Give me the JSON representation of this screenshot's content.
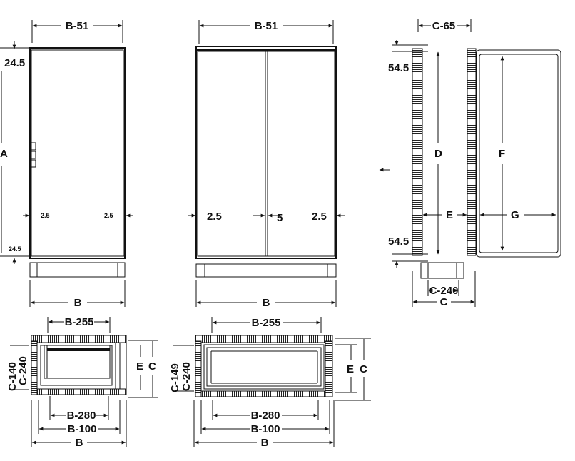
{
  "labels": {
    "front_single": {
      "width_top": "B-51",
      "top_offset": "24.5",
      "height": "A",
      "gap_left": "2.5",
      "gap_right": "2.5",
      "bottom_offset": "24.5",
      "width_bottom": "B"
    },
    "front_double": {
      "width_top": "B-51",
      "gap_left": "2.5",
      "gap_middle": "5",
      "gap_right": "2.5",
      "width_bottom": "B"
    },
    "side": {
      "depth_top": "C-65",
      "top_offset": "54.5",
      "height_inner": "D",
      "depth_inner": "E",
      "bottom_offset": "54.5",
      "height_door": "F",
      "depth_door": "G",
      "base_depth": "C-240",
      "depth_total": "C"
    },
    "plan_single": {
      "width_top": "B-255",
      "depth_a": "C-140",
      "depth_b": "C-240",
      "depth_inner": "E",
      "depth_total": "C",
      "width_inner": "B-280",
      "width_mid": "B-100",
      "width_total": "B"
    },
    "plan_double": {
      "width_top": "B-255",
      "depth_a": "C-149",
      "depth_b": "C-240",
      "depth_inner": "E",
      "depth_total": "C",
      "width_inner": "B-280",
      "width_mid": "B-100",
      "width_total": "B"
    }
  }
}
